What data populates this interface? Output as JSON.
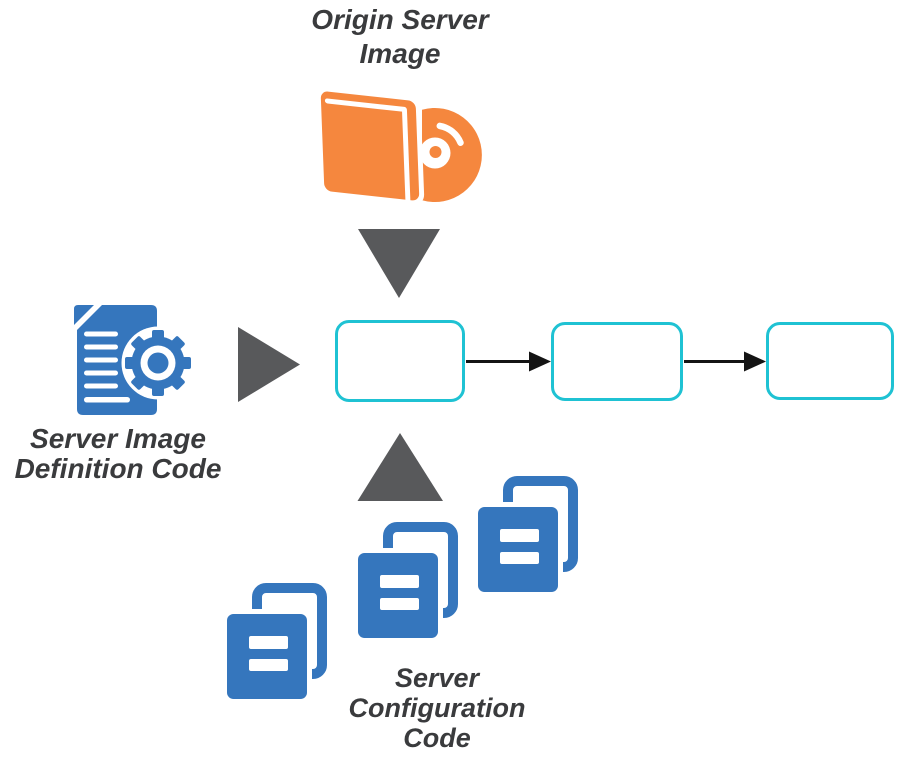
{
  "labels": {
    "origin_server_image": [
      "Origin Server",
      "Image"
    ],
    "server_image_definition_code": [
      "Server Image",
      "Definition Code"
    ],
    "server_configuration_code": [
      "Server",
      "Configuration",
      "Code"
    ]
  },
  "pipeline": {
    "boxes": [
      {
        "id": "step-1",
        "text": ""
      },
      {
        "id": "step-2",
        "text": ""
      },
      {
        "id": "step-3",
        "text": ""
      }
    ]
  },
  "icons": {
    "origin_server_image": "book-with-disc-icon",
    "server_image_definition": "document-gear-icon",
    "server_configuration": "document-stack-icon",
    "feed_arrows": "solid-triangle-arrow",
    "flow_arrows": "thin-black-arrow"
  },
  "colors": {
    "orange": "#F5873E",
    "blue": "#3576BD",
    "gray": "#58595B",
    "cyan": "#1FC2D3",
    "ink": "#3A3B3D",
    "arrow": "#141414"
  }
}
